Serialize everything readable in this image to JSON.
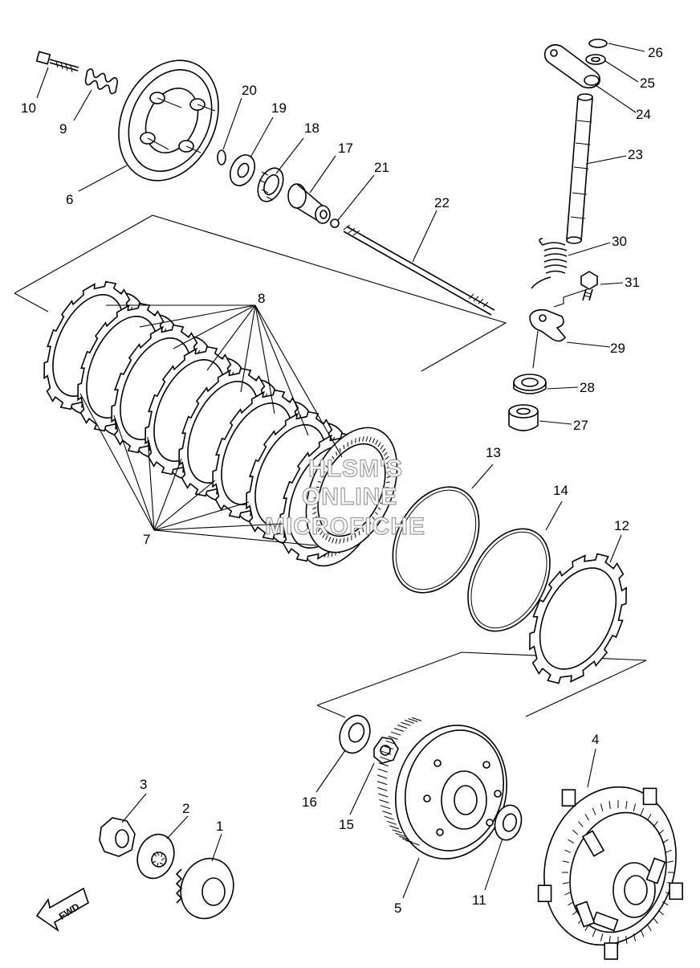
{
  "labels": {
    "p1": "1",
    "p2": "2",
    "p3": "3",
    "p4": "4",
    "p5": "5",
    "p6": "6",
    "p7": "7",
    "p8": "8",
    "p9": "9",
    "p10": "10",
    "p11": "11",
    "p12": "12",
    "p13": "13",
    "p14": "14",
    "p15": "15",
    "p16": "16",
    "p17": "17",
    "p18": "18",
    "p19": "19",
    "p20": "20",
    "p21": "21",
    "p22": "22",
    "p23": "23",
    "p24": "24",
    "p25": "25",
    "p26": "26",
    "p27": "27",
    "p28": "28",
    "p29": "29",
    "p30": "30",
    "p31": "31"
  },
  "watermark": {
    "line1": "HLSM'S",
    "line2": "ONLINE",
    "line3": "MICROFICHE"
  },
  "fwd_label": "FWD"
}
